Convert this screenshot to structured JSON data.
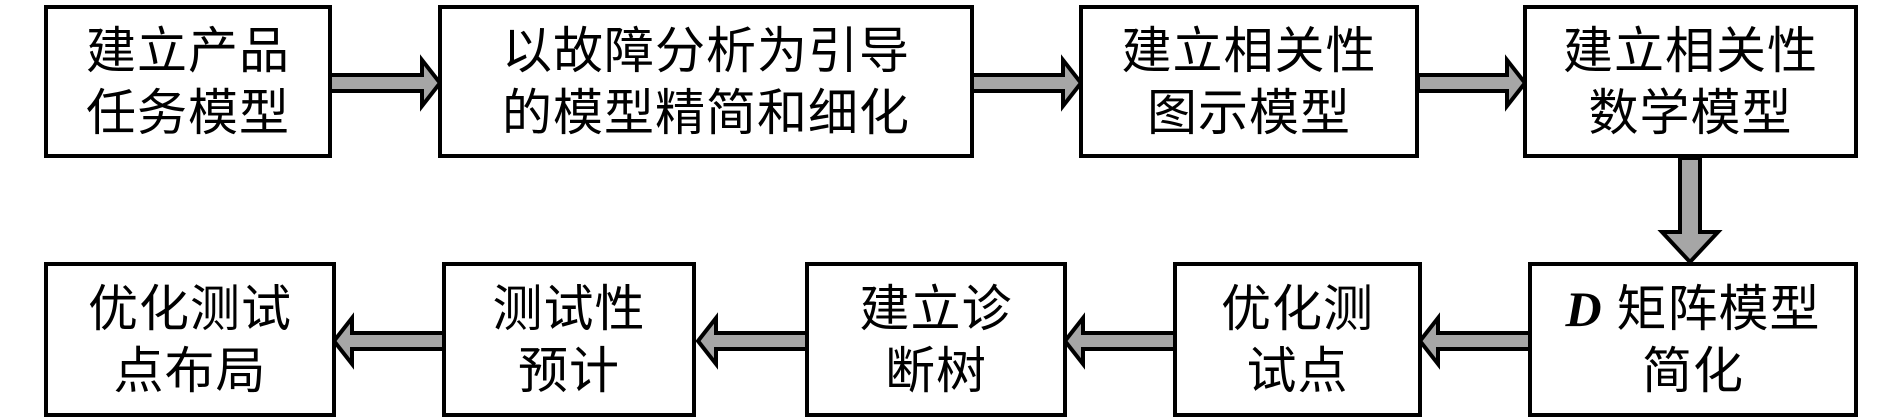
{
  "colors": {
    "box_border": "#000000",
    "box_fill": "#ffffff",
    "arrow_fill": "#a6a6a6",
    "arrow_stroke": "#000000",
    "text": "#000000"
  },
  "top_row": [
    {
      "lines": [
        "建立产品",
        "任务模型"
      ]
    },
    {
      "lines": [
        "以故障分析为引导",
        "的模型精简和细化"
      ]
    },
    {
      "lines": [
        "建立相关性",
        "图示模型"
      ]
    },
    {
      "lines": [
        "建立相关性",
        "数学模型"
      ]
    }
  ],
  "bottom_row": [
    {
      "lines": [
        "优化测试",
        "点布局"
      ]
    },
    {
      "lines": [
        "测试性",
        "预计"
      ]
    },
    {
      "lines": [
        "建立诊",
        "断树"
      ]
    },
    {
      "lines": [
        "优化测",
        "试点"
      ]
    },
    {
      "prefix": "D",
      "lines": [
        "矩阵模型",
        "简化"
      ]
    }
  ]
}
